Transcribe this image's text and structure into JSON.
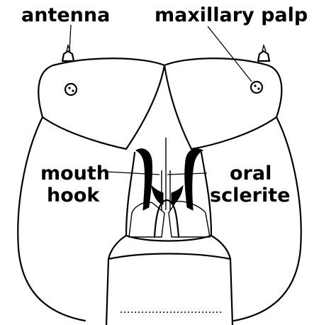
{
  "labels": {
    "antenna": "antenna",
    "maxillary_palp": "maxillary palp",
    "mouth": "mouth",
    "hook": "hook",
    "oral": "oral",
    "sclerite": "sclerite"
  }
}
